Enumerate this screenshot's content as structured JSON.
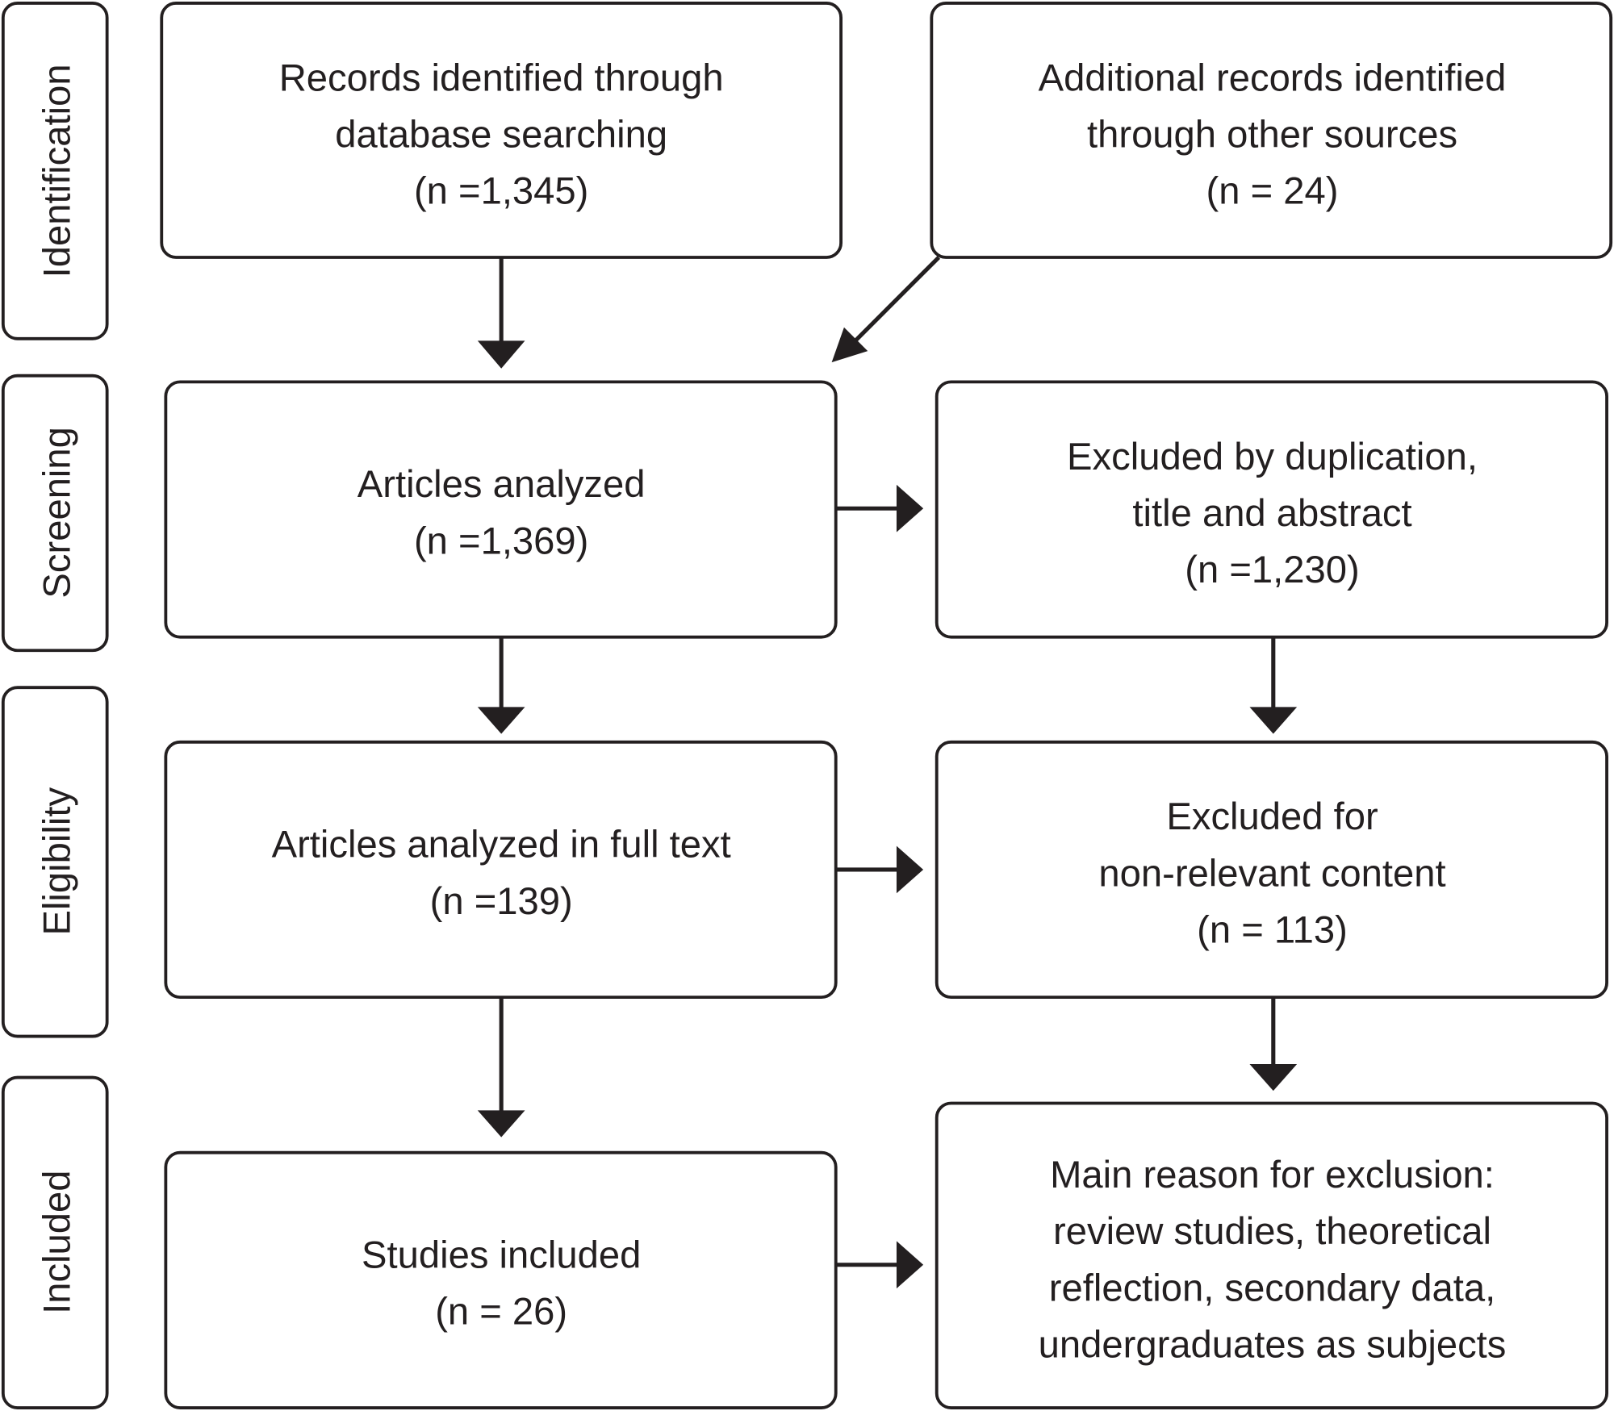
{
  "stages": [
    "Identification",
    "Screening",
    "Eligibility",
    "Included"
  ],
  "boxes": {
    "database": [
      "Records identified through",
      "database searching",
      "(n =1,345)"
    ],
    "other_sources": [
      "Additional records identified",
      "through other sources",
      "(n = 24)"
    ],
    "analyzed": [
      "Articles analyzed",
      "(n =1,369)"
    ],
    "excluded_dup": [
      "Excluded by duplication,",
      "title and abstract",
      "(n =1,230)"
    ],
    "full_text": [
      "Articles analyzed in full text",
      "(n =139)"
    ],
    "excluded_content": [
      "Excluded for",
      "non-relevant content",
      "(n = 113)"
    ],
    "included": [
      "Studies included",
      "(n = 26)"
    ],
    "exclusion_reason": [
      "Main reason for exclusion:",
      "review studies, theoretical",
      "reflection, secondary data,",
      "undergraduates as subjects"
    ]
  }
}
